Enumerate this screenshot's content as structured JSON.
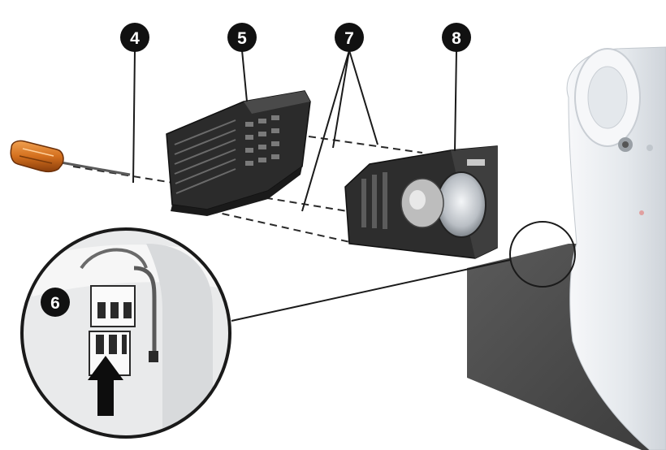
{
  "callouts": {
    "c4": "4",
    "c5": "5",
    "c6": "6",
    "c7": "7",
    "c8": "8"
  },
  "colors": {
    "screwdriver_handle": "#d4701e",
    "part_dark": "#2b2b2b",
    "part_mid": "#4a4a4a",
    "housing_light": "#e9edf1",
    "line": "#1a1a1a",
    "callout_bg": "#111111"
  }
}
